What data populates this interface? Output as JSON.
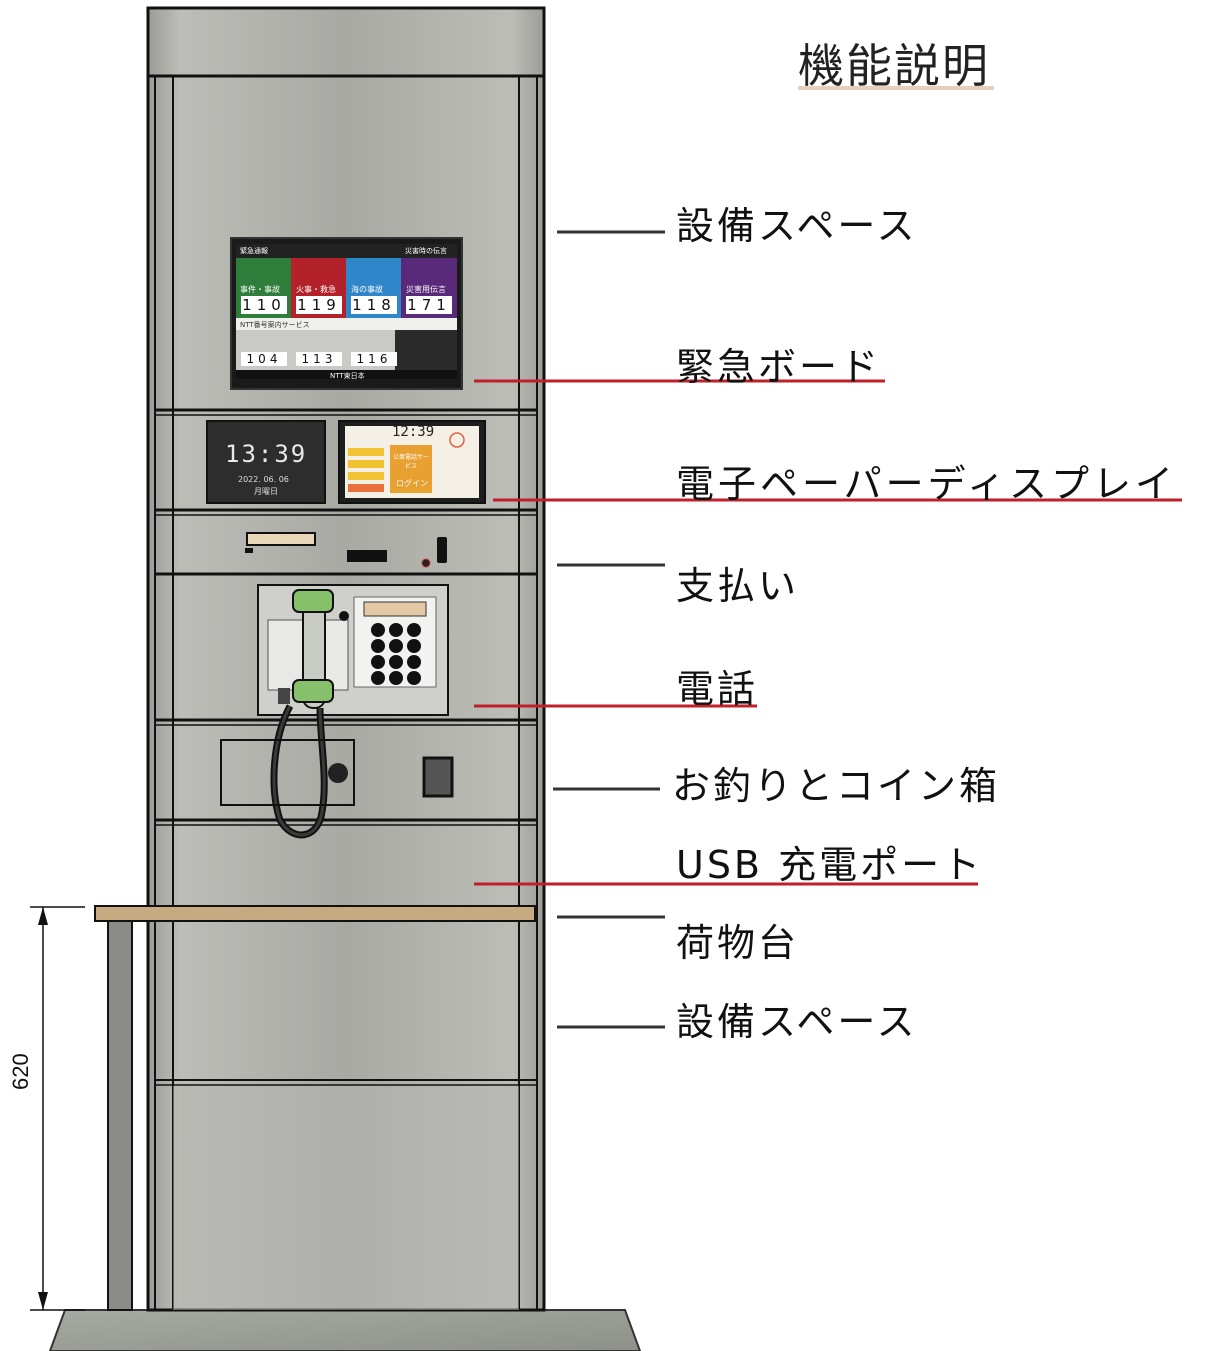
{
  "title": "機能説明",
  "labels": [
    {
      "id": "equipment-space-top",
      "text": "設備スペース",
      "color": "#333333"
    },
    {
      "id": "emergency-board",
      "text": "緊急ボード",
      "color": "#c0202a"
    },
    {
      "id": "e-paper-display",
      "text": "電子ペーパーディスプレイ",
      "color": "#c0202a"
    },
    {
      "id": "payment",
      "text": "支払い",
      "color": "#333333"
    },
    {
      "id": "telephone",
      "text": "電話",
      "color": "#c0202a"
    },
    {
      "id": "change-and-coin-box",
      "text": "お釣りとコイン箱",
      "color": "#333333"
    },
    {
      "id": "usb-charging-port",
      "text": "USB 充電ポート",
      "color": "#c0202a"
    },
    {
      "id": "luggage-shelf",
      "text": "荷物台",
      "color": "#333333"
    },
    {
      "id": "equipment-space-bottom",
      "text": "設備スペース",
      "color": "#333333"
    }
  ],
  "dimension": "620",
  "emergency_screen": {
    "header_left": "緊急通報",
    "header_right": "災害時の伝言",
    "tiles": [
      {
        "caption": "事件・事故",
        "number": "110",
        "color": "#2e7d3a"
      },
      {
        "caption": "火事・救急",
        "number": "119",
        "color": "#b3222a"
      },
      {
        "caption": "海の事故",
        "number": "118",
        "color": "#2f86c9"
      },
      {
        "caption": "災害用伝言",
        "number": "171",
        "color": "#5a2a7a"
      }
    ],
    "services_title": "NTT番号案内サービス",
    "services": [
      "104",
      "113",
      "116"
    ],
    "footer": "NTT東日本"
  },
  "clock_display": {
    "time": "13:39",
    "date": "2022. 06. 06",
    "weekday": "月曜日"
  },
  "epaper_display": {
    "time": "12:39",
    "login": "ログイン",
    "center": "公衆電話サービス"
  }
}
